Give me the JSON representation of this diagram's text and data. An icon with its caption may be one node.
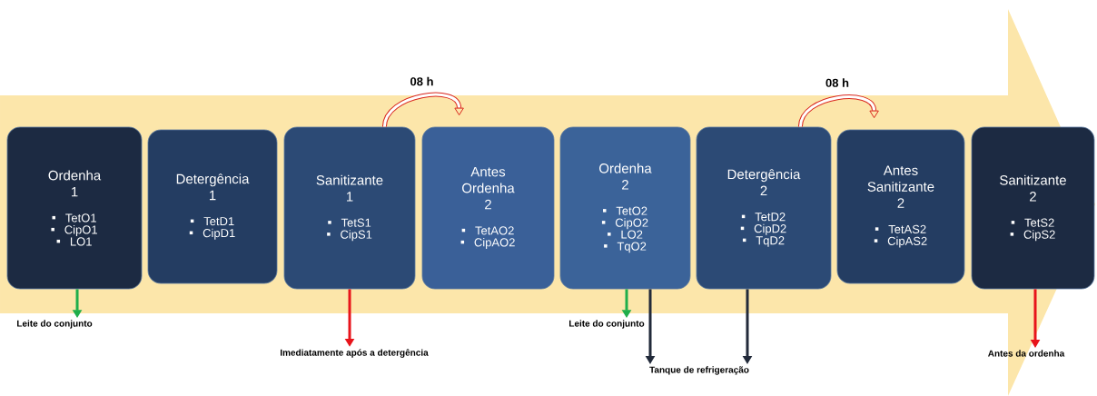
{
  "diagram": {
    "nodes": [
      {
        "text": [
          "Ordenha 1",
          "TetO1",
          "CipO1",
          "LO1"
        ]
      },
      {
        "text": [
          "Detergência 1",
          "TetD1",
          "CipD1"
        ]
      },
      {
        "text": [
          "Sanitizante 1",
          "TetS1",
          "CipS1"
        ]
      },
      {
        "text": [
          "Antes Ordenha 2",
          "TetAO2",
          "CipAO2"
        ]
      },
      {
        "text": [
          "Ordenha 2",
          "TetO2",
          "CipO2",
          "LO2",
          "TqO2"
        ]
      },
      {
        "text": [
          "Detergência 2",
          "TetD2",
          "CipD2",
          "TqD2"
        ]
      },
      {
        "text": [
          "Antes Sanitizante 2",
          "TetAS2",
          "CipAS2"
        ]
      },
      {
        "text": [
          "Sanitizante 2",
          "TetS2",
          "CipS2"
        ]
      },
      {
        "text": [
          "Leite do conjunto"
        ]
      },
      {
        "text": [
          "Imediatamente após a detergência"
        ]
      },
      {
        "text": [
          "Leite do conjunto"
        ]
      },
      {
        "text": [
          "Tanque de refrigeração"
        ]
      },
      {
        "text": [
          "Antes da ordenha"
        ]
      }
    ],
    "edges": [
      {
        "from": 2,
        "to": 3,
        "arrow": "to",
        "label": "08 h",
        "color": "#d9261c"
      },
      {
        "from": 5,
        "to": 6,
        "arrow": "to",
        "label": "08 h",
        "color": "#d9261c"
      },
      {
        "from": 0,
        "to": 8,
        "arrow": "to",
        "color": "#1fae4b"
      },
      {
        "from": 2,
        "to": 9,
        "arrow": "to",
        "color": "#e8141b"
      },
      {
        "from": 4,
        "to": 10,
        "arrow": "to",
        "color": "#1fae4b"
      },
      {
        "from": 4,
        "to": 11,
        "arrow": "to",
        "color": "#222a3a"
      },
      {
        "from": 5,
        "to": 11,
        "arrow": "to",
        "color": "#222a3a"
      },
      {
        "from": 7,
        "to": 12,
        "arrow": "to",
        "color": "#e8141b"
      }
    ]
  }
}
